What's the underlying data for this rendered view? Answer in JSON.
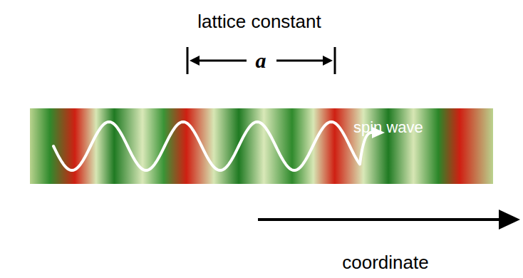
{
  "diagram": {
    "nodes": [
      {
        "text": [
          "spin wave"
        ]
      }
    ],
    "labels": [
      "lattice constant",
      "a",
      "coordinate"
    ]
  }
}
